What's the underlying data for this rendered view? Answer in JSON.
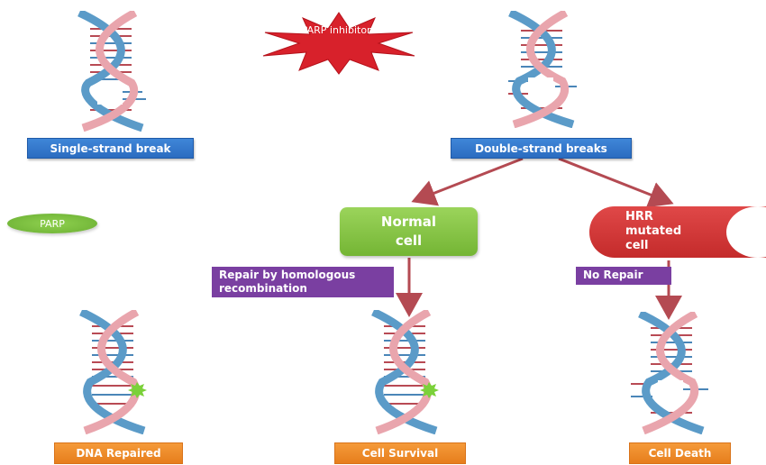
{
  "labels": {
    "parp_inhibitors": "PARP inhibitors",
    "single_strand_break": "Single-strand break",
    "double_strand_breaks": "Double-strand breaks",
    "parp": "PARP",
    "normal_cell_line1": "Normal",
    "normal_cell_line2": "cell",
    "hrr_line1": "HRR",
    "hrr_line2": "mutated",
    "hrr_line3": "cell",
    "repair_hr": "Repair by homologous recombination",
    "no_repair": "No Repair",
    "dna_repaired": "DNA Repaired",
    "cell_survival": "Cell Survival",
    "cell_death": "Cell Death"
  },
  "colors": {
    "strand_pink": "#e9a5ad",
    "strand_blue": "#5b9bc8",
    "rung_red": "#b84a54",
    "rung_blue": "#4a86b8",
    "arrow": "#b44a52",
    "star": "#d8212b",
    "repair_spark": "#7bd13a"
  },
  "icons": {
    "helix": "dna-helix-icon",
    "starburst": "starburst-icon",
    "spark": "repair-spark-icon"
  }
}
